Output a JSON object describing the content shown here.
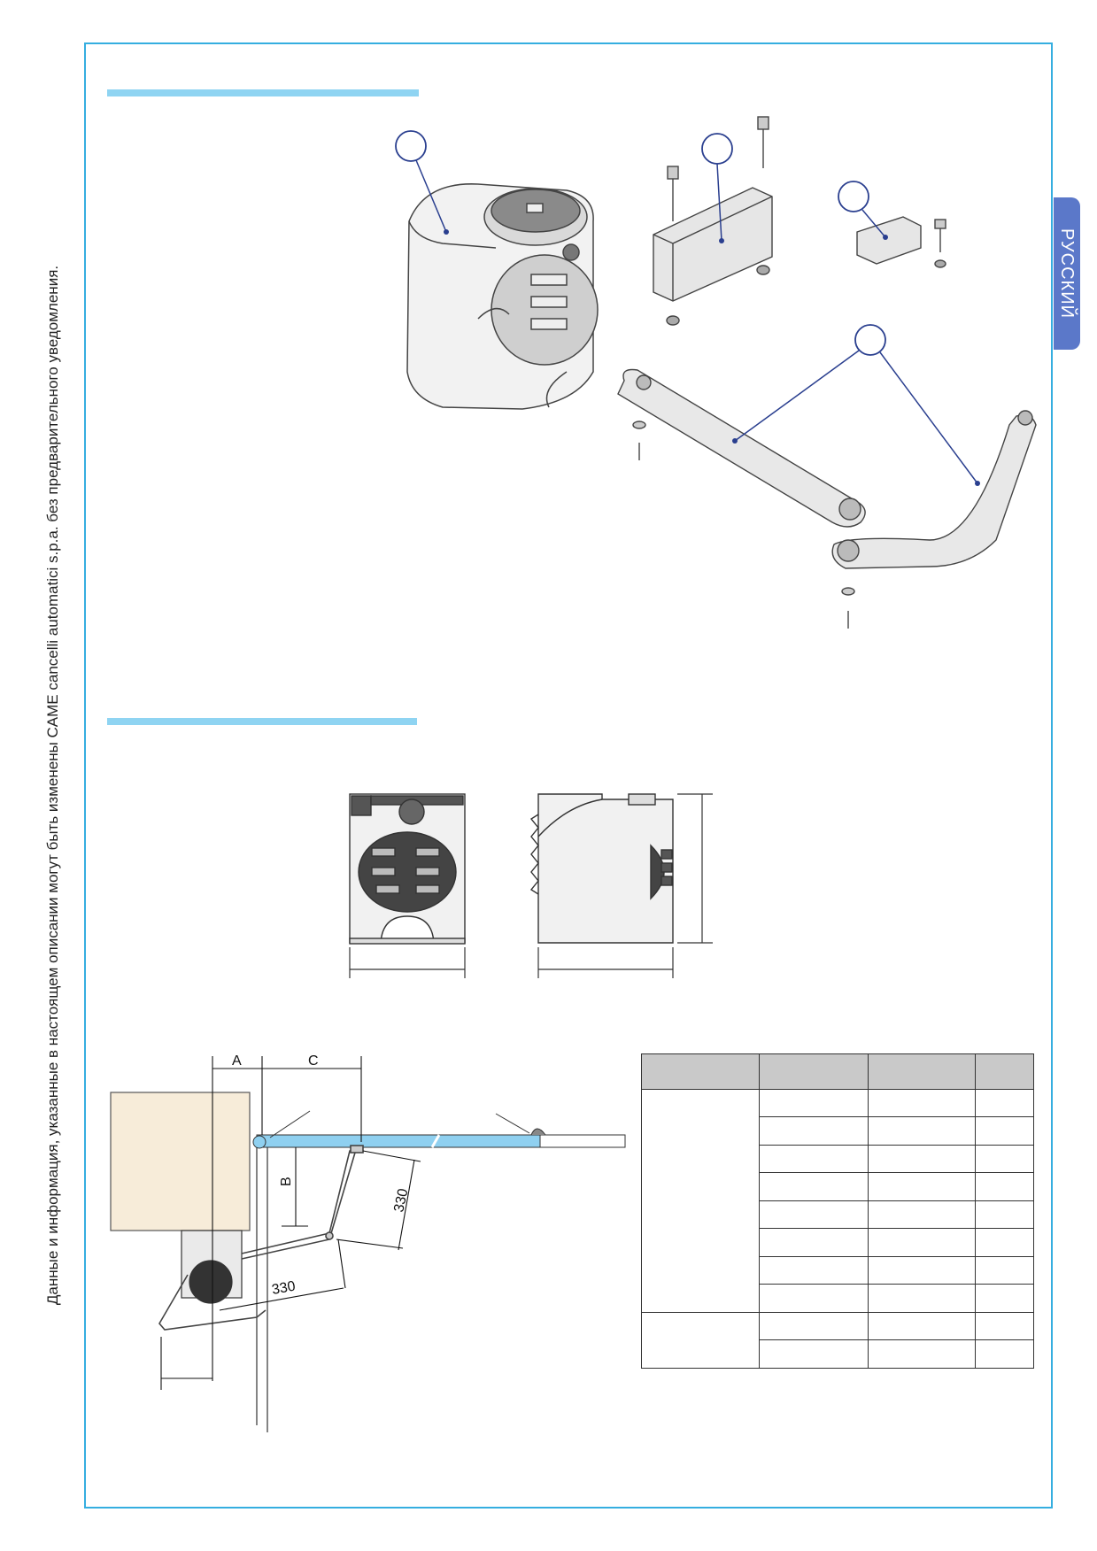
{
  "side_note": "Данные и информация, указанные в настоящем описании могут быть изменены CAME cancelli automatici s.p.a. без предварительного уведомления.",
  "language_tab": "РУССКИЙ",
  "install_diagram": {
    "label_a": "A",
    "label_b": "B",
    "label_c": "C",
    "dim_330_vertical": "330",
    "dim_330_horizontal": "330"
  },
  "colors": {
    "frame": "#35aee0",
    "section_bar": "#8fd4f2",
    "language_tab": "#5b78c9",
    "gate_leaf": "#8fd0f0",
    "pillar": "#f7ecd9",
    "callout": "#2a3f8f"
  }
}
